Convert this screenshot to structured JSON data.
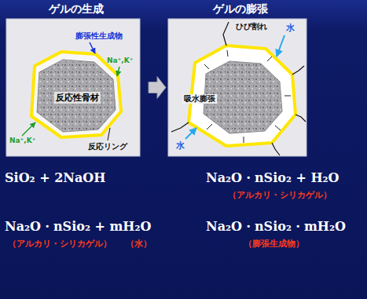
{
  "diagram": {
    "nodes": [
      {
        "text": [
          "ゲルの生成"
        ]
      },
      {
        "text": [
          "反応性骨材"
        ],
        "in": 0
      },
      {
        "text": [
          "ゲルの膨張"
        ]
      }
    ],
    "edges": [
      {
        "from": 0,
        "to": 2,
        "arrow": "to"
      }
    ],
    "labels": [
      "膨張性生成物",
      "Na⁺,K⁺",
      "Na⁺,K⁺",
      "反応リング",
      "ひび割れ",
      "水",
      "吸水膨張",
      "水",
      "SiO₂ + 2NaOH",
      "Na₂O・nSio₂ + H₂O",
      "（アルカリ・シリカゲル）",
      "Na₂O・nSio₂ + mH₂O",
      "（アルカリ・シリカゲル）",
      "（水）",
      "Na₂O・nSio₂・mH₂O",
      "（膨張生成物）"
    ]
  }
}
